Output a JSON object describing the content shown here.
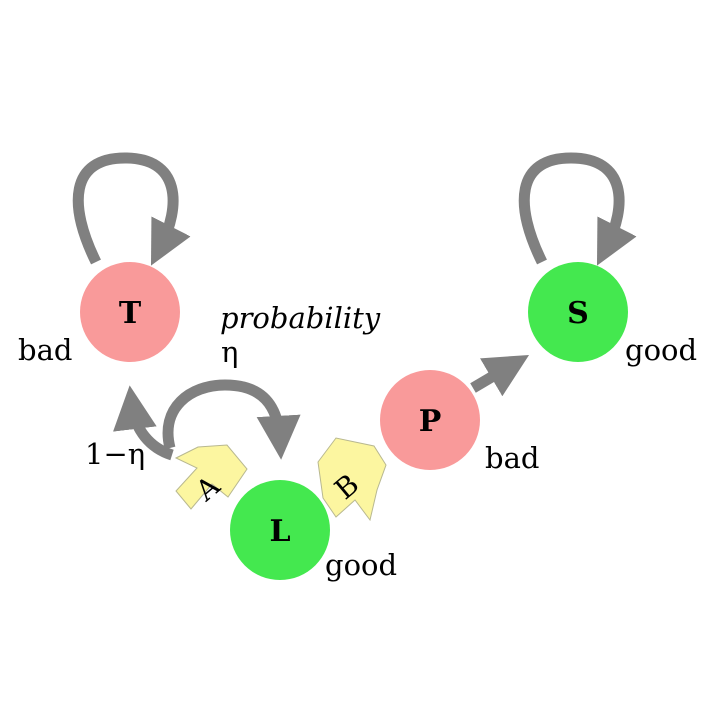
{
  "colors": {
    "bad": "#f99a9a",
    "good": "#44e84f",
    "arrow": "#808080",
    "yellow_arrow": "#fcf6a0"
  },
  "nodes": {
    "T": {
      "letter": "T",
      "quality": "bad"
    },
    "L": {
      "letter": "L",
      "quality": "good"
    },
    "P": {
      "letter": "P",
      "quality": "bad"
    },
    "S": {
      "letter": "S",
      "quality": "good"
    }
  },
  "transitions": {
    "probability_word": "probability",
    "eta": "η",
    "one_minus_eta": "1−η"
  },
  "yellow_arrows": {
    "A": "A",
    "B": "B"
  }
}
